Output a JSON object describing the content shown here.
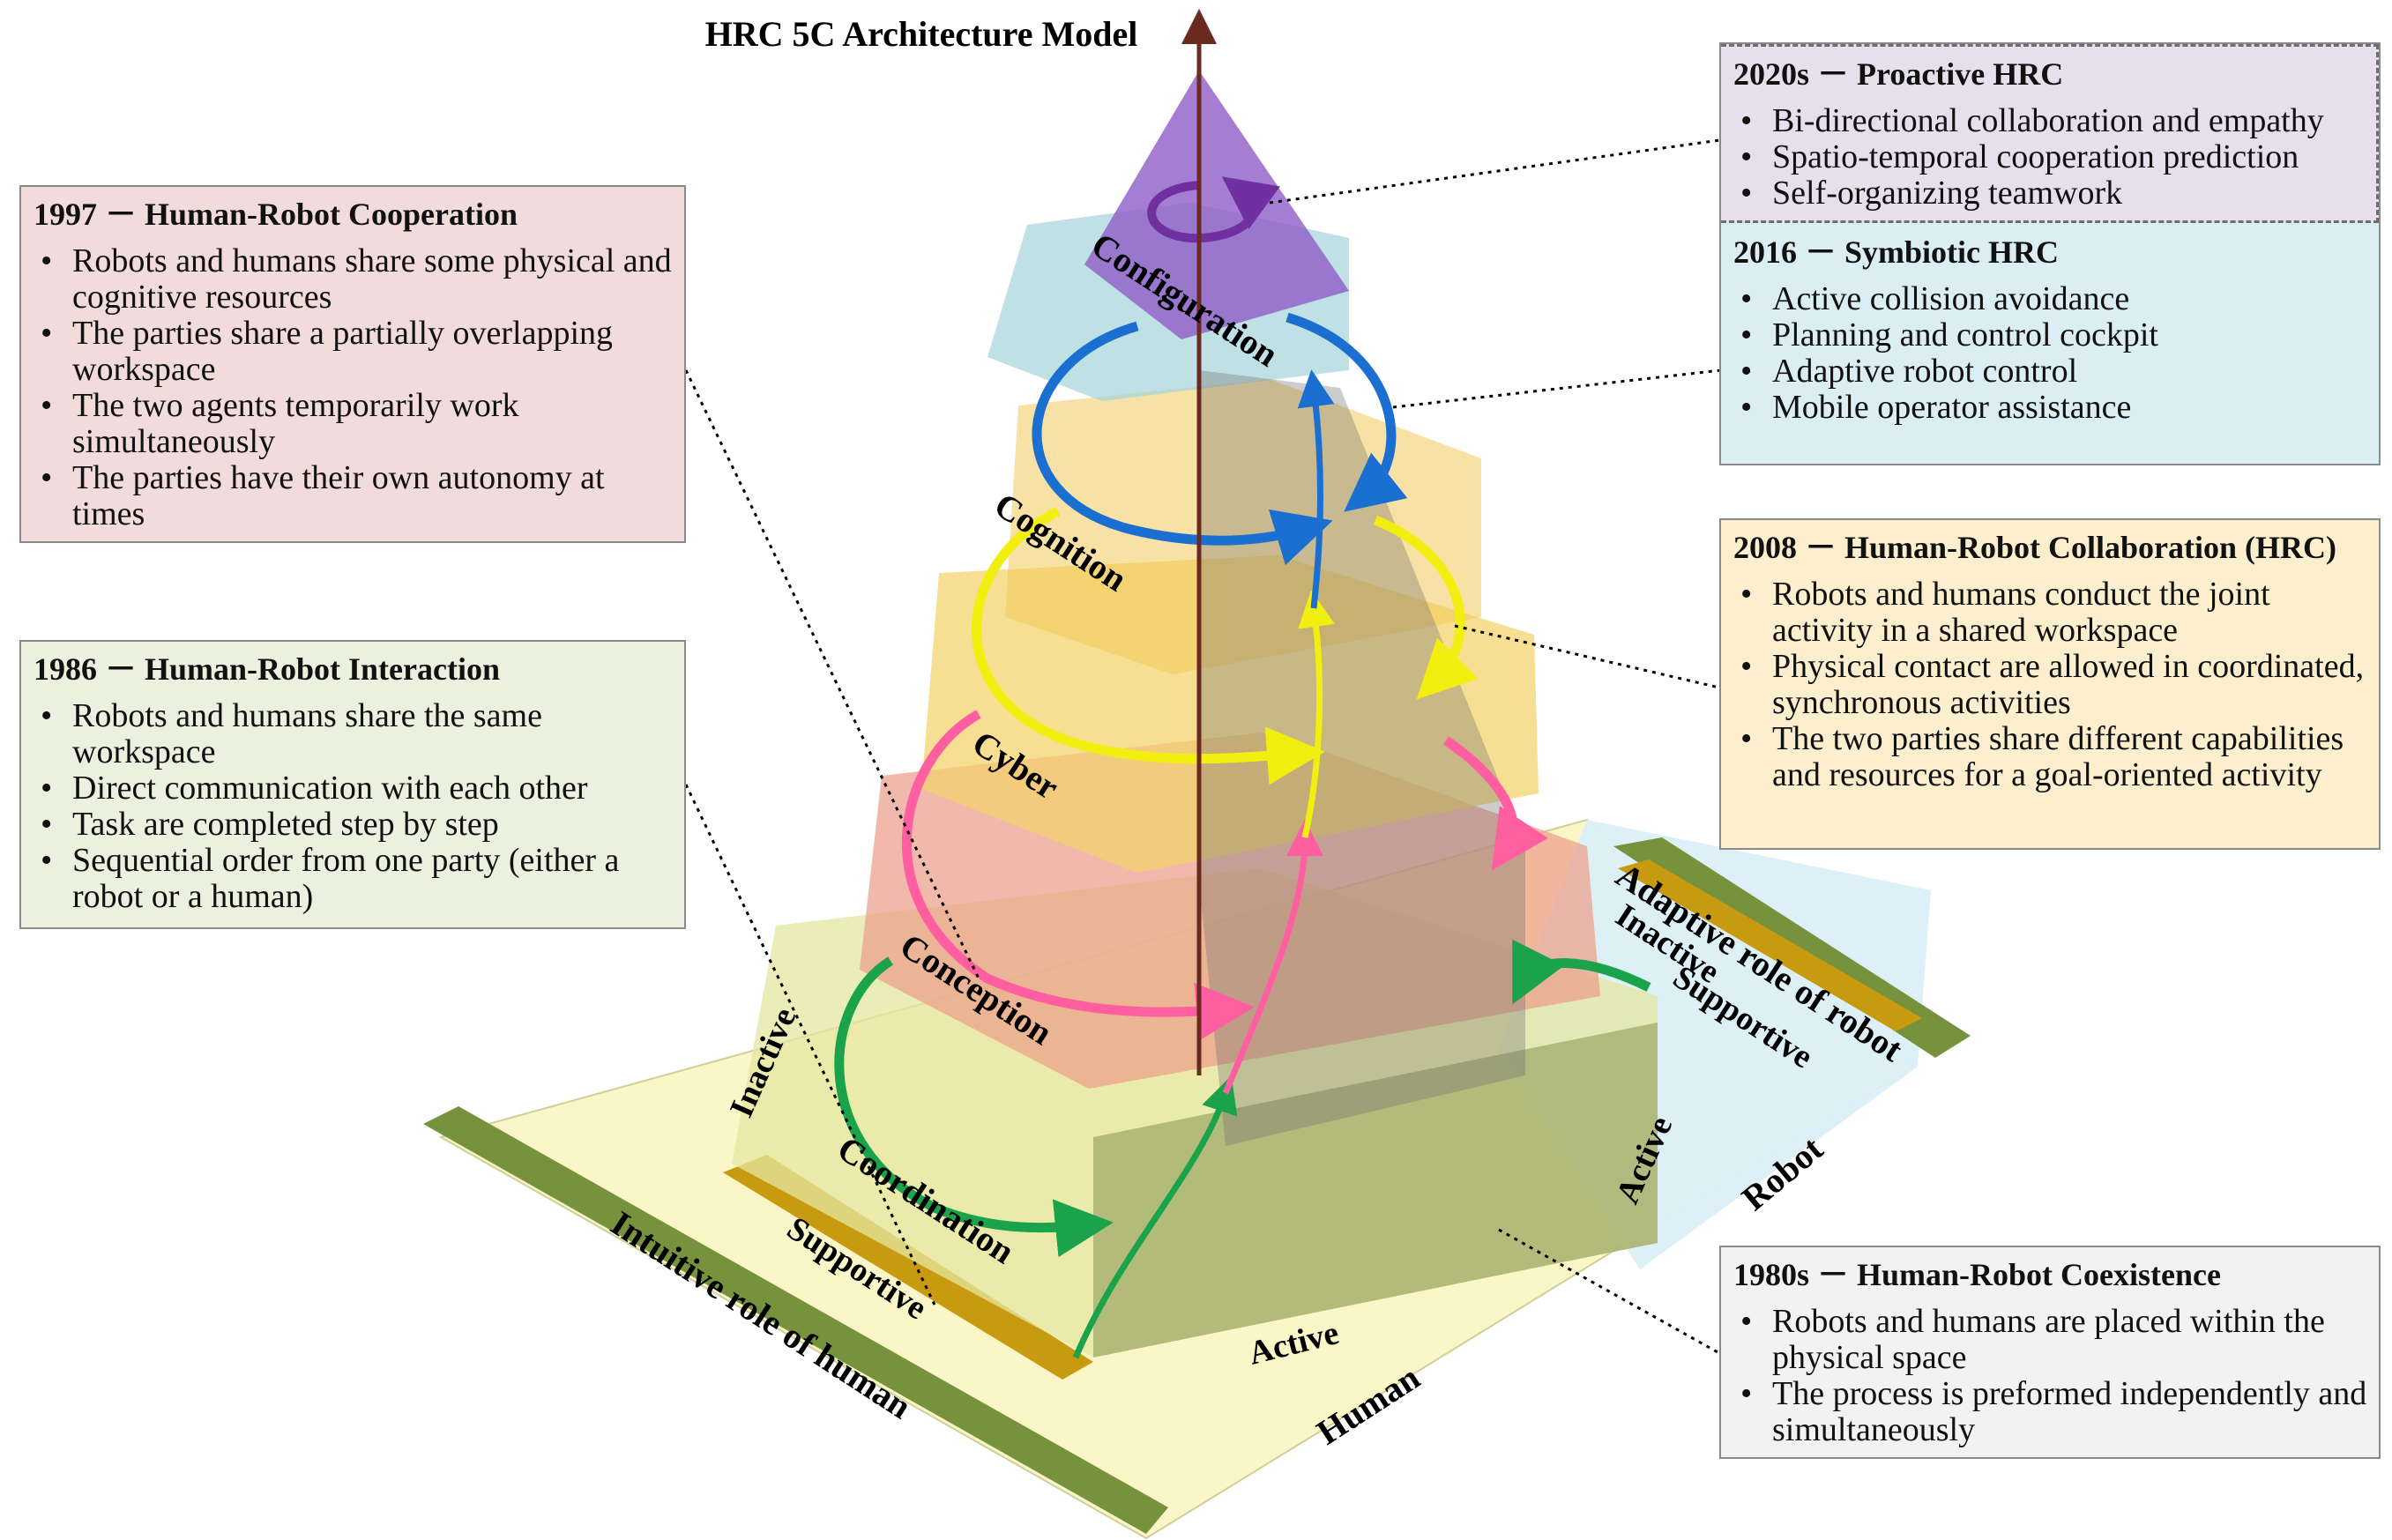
{
  "title": "HRC 5C Architecture Model",
  "layers": {
    "configuration": "Configuration",
    "cognition": "Cognition",
    "cyber": "Cyber",
    "conception": "Conception",
    "coordination": "Coordination"
  },
  "axes": {
    "human": "Human",
    "robot": "Robot",
    "human_role": "Intuitive role of human",
    "robot_role": "Adaptive role of robot",
    "human_inactive": "Inactive",
    "human_supportive": "Supportive",
    "human_active": "Active",
    "robot_inactive": "Inactive",
    "robot_supportive": "Supportive",
    "robot_active": "Active"
  },
  "boxes": {
    "cooperation": {
      "title": "1997 － Human-Robot Cooperation",
      "bullets": [
        "Robots and humans share some physical and cognitive resources",
        "The parties share a partially overlapping workspace",
        "The two agents temporarily work simultaneously",
        "The parties have their own autonomy at times"
      ]
    },
    "interaction": {
      "title": "1986 － Human-Robot Interaction",
      "bullets": [
        "Robots and humans share the same workspace",
        "Direct communication with each other",
        "Task are completed step by step",
        "Sequential order from one party (either a robot or a human)"
      ]
    },
    "proactive": {
      "title": "2020s － Proactive HRC",
      "bullets": [
        "Bi-directional collaboration and empathy",
        "Spatio-temporal cooperation prediction",
        "Self-organizing teamwork"
      ]
    },
    "symbiotic": {
      "title": "2016 － Symbiotic HRC",
      "bullets": [
        "Active collision avoidance",
        "Planning and control cockpit",
        "Adaptive robot control",
        "Mobile operator assistance"
      ]
    },
    "collaboration": {
      "title": "2008 － Human-Robot Collaboration (HRC)",
      "bullets": [
        "Robots and humans conduct the joint activity in a shared workspace",
        "Physical contact are allowed in coordinated, synchronous activities",
        "The two parties share different capabilities and resources for a goal-oriented activity"
      ]
    },
    "coexistence": {
      "title": "1980s － Human-Robot Coexistence",
      "bullets": [
        "Robots and humans are placed within the physical space",
        "The process is preformed independently and simultaneously"
      ]
    }
  },
  "colors": {
    "title": "#6b2620",
    "cooperation_box": "#f2dcdb",
    "interaction_box": "#ebf1de",
    "proactive_box": "#e6e0ec",
    "symbiotic_box": "#dbeef4",
    "collaboration_box": "#fdeecd",
    "coexistence_box": "#f2f2f2",
    "configuration_layer": "#8e5cc7",
    "cognition_layer": "#a9d6dc",
    "cyber_layer": "#f3d36a",
    "conception_layer": "#ec9e8a",
    "coordination_layer": "#e4e7a0",
    "human_strip": "#c89a10",
    "robot_strip": "#76923c",
    "floor_human": "#fbf6c8",
    "floor_robot": "#dbeff8"
  }
}
